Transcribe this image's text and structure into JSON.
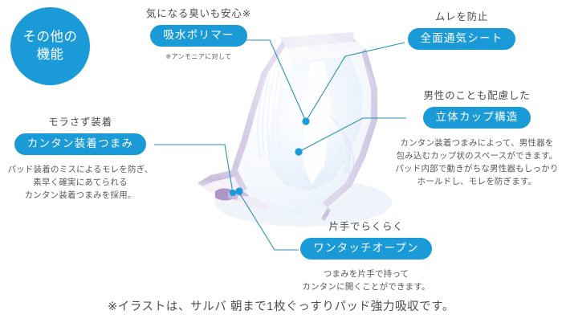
{
  "badge": {
    "name": "other-features-badge",
    "lines": [
      "その他の",
      "機能"
    ],
    "color": "#1b9ad8"
  },
  "colors": {
    "pill": "#1b9ad8",
    "line": "#2b8fb5",
    "dot": "#1b9ad8",
    "heading_text": "#4a4a4a",
    "body_text": "#585858",
    "pad_body": "#ffffff",
    "pad_edge": "#b9a8cf",
    "pad_shadow": "#e8eef7",
    "background": "#ffffff"
  },
  "callouts": [
    {
      "id": "absorbent-polymer",
      "heading": "気になる臭いも安心※",
      "pill": "吸水ポリマー",
      "note": "※アンモニアに対して",
      "body": []
    },
    {
      "id": "full-surface-breathable-sheet",
      "heading": "ムレを防止",
      "pill": "全面通気シート",
      "note": "",
      "body": []
    },
    {
      "id": "three-dimensional-cup-structure",
      "heading": "男性のことも配慮した",
      "pill": "立体カップ構造",
      "note": "",
      "body": [
        "カンタン装着つまみによって、男性器を",
        "包み込むカップ状のスペースができます。",
        "パッド内部で動きがちな男性器もしっかり",
        "ホールドし、モレを防ぎます。"
      ]
    },
    {
      "id": "easy-fit-tab",
      "heading": "モラさず装着",
      "pill": "カンタン装着つまみ",
      "note": "",
      "body": [
        "パッド装着のミスによるモレを防ぎ、",
        "素早く確実にあてられる",
        "カンタン装着つまみを採用。"
      ]
    },
    {
      "id": "one-touch-open",
      "heading": "片手でらくらく",
      "pill": "ワンタッチオープン",
      "note": "",
      "body": [
        "つまみを片手で持って",
        "カンタンに開くことができます。"
      ]
    }
  ],
  "footnote": "※イラストは、サルバ 朝まで1枚ぐっすりパッド強力吸収です。",
  "illustration": {
    "name": "incontinence-pad-illustration",
    "description": "絶縁パッドのイラスト"
  }
}
